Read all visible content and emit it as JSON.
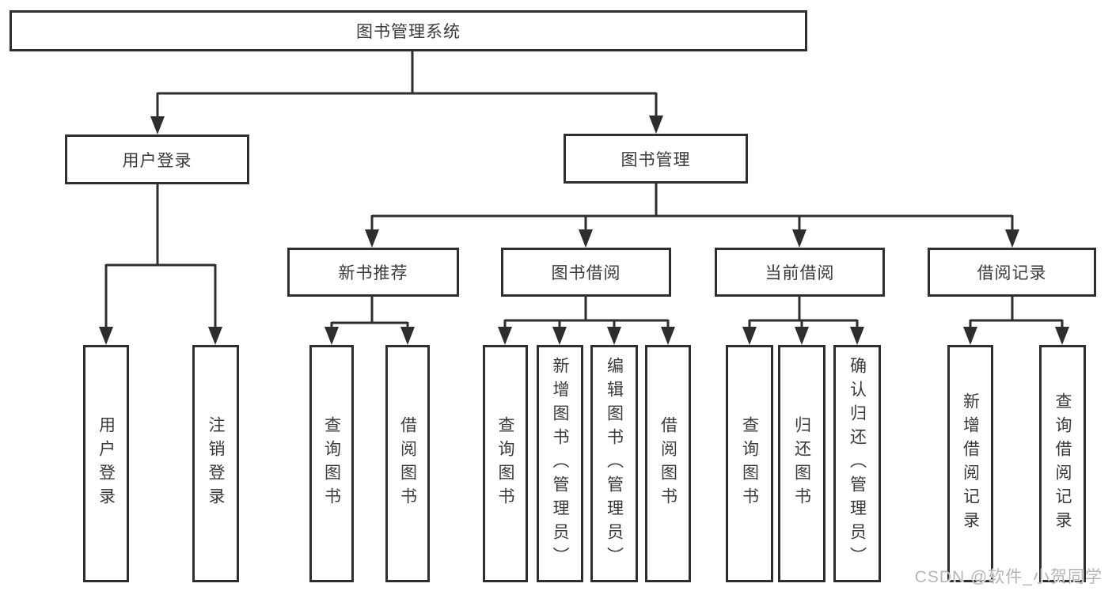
{
  "diagram_title": "图书管理系统",
  "colors": {
    "line": "#2e2e2e",
    "box_border": "#2e2e2e",
    "text": "#3a3a3a",
    "watermark": "#b5b5b5",
    "background": "#ffffff"
  },
  "watermark": {
    "text": "CSDN @软件_小贺同学"
  },
  "tree": {
    "label": "图书管理系统",
    "children": [
      {
        "label": "用户登录",
        "children": [
          {
            "label": "用户登录"
          },
          {
            "label": "注销登录"
          }
        ]
      },
      {
        "label": "图书管理",
        "children": [
          {
            "label": "新书推荐",
            "children": [
              {
                "label": "查询图书"
              },
              {
                "label": "借阅图书"
              }
            ]
          },
          {
            "label": "图书借阅",
            "children": [
              {
                "label": "查询图书"
              },
              {
                "label": "新增图书（管理员）"
              },
              {
                "label": "编辑图书（管理员）"
              },
              {
                "label": "借阅图书"
              }
            ]
          },
          {
            "label": "当前借阅",
            "children": [
              {
                "label": "查询图书"
              },
              {
                "label": "归还图书"
              },
              {
                "label": "确认归还（管理员）"
              }
            ]
          },
          {
            "label": "借阅记录",
            "children": [
              {
                "label": "新增借阅记录"
              },
              {
                "label": "查询借阅记录"
              }
            ]
          }
        ]
      }
    ]
  }
}
